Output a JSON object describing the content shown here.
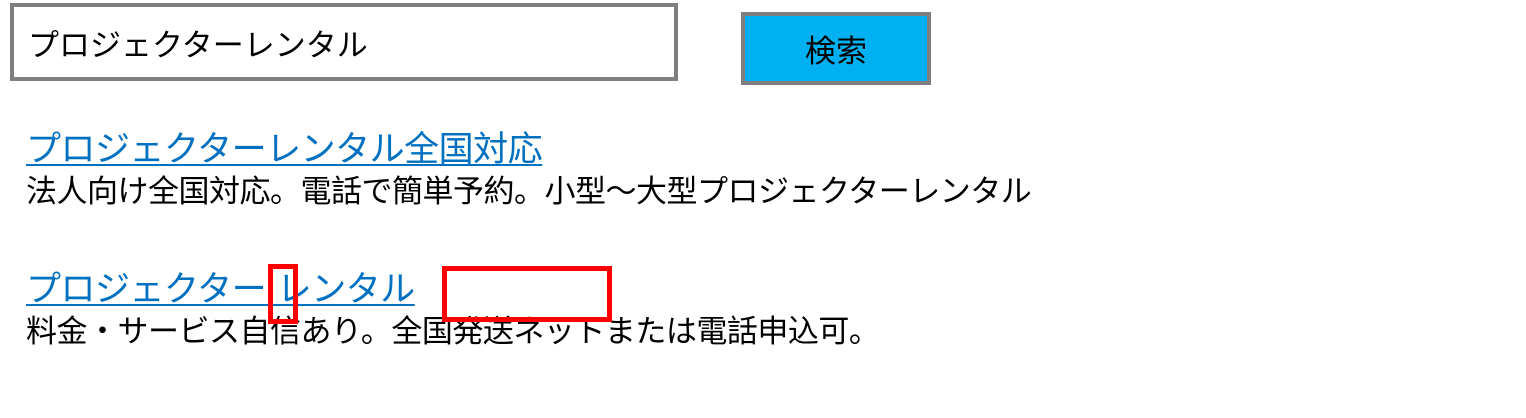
{
  "search": {
    "query": "プロジェクターレンタル",
    "button_label": "検索",
    "button_color": "#00b0f0"
  },
  "results": [
    {
      "title": "プロジェクターレンタル全国対応",
      "description": "法人向け全国対応。電話で簡単予約。小型～大型プロジェクターレンタル"
    },
    {
      "title": "プロジェクター レンタル",
      "description": "料金・サービス自信あり。全国発送ネットまたは電話申込可。"
    }
  ],
  "colors": {
    "link": "#0070c0",
    "highlight_border": "#ff0000",
    "input_border": "#7f7f7f"
  }
}
